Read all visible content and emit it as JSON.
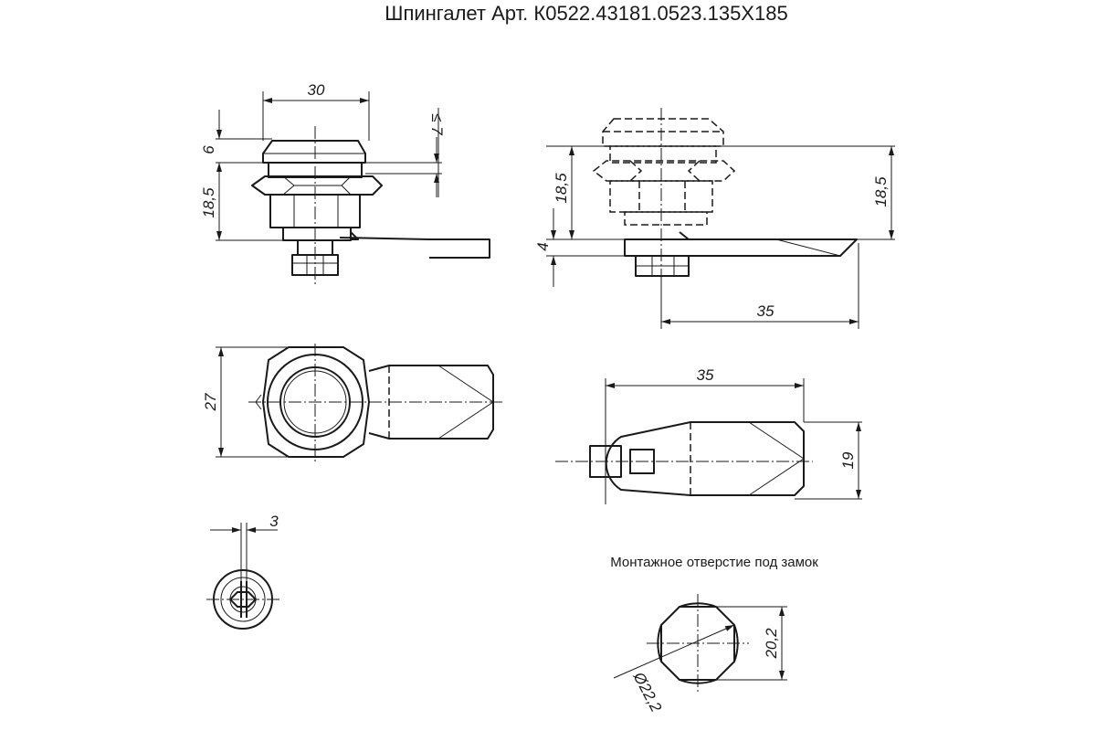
{
  "title": "Шпингалет Арт. К0522.43181.0523.135Х185",
  "caption": "Монтажное отверстие под замок",
  "dimensions": {
    "front_width": "30",
    "front_top_height": "6",
    "front_body_height": "18,5",
    "front_panel_max": "≤ 7",
    "side_body_height_left": "18,5",
    "side_body_height_right": "18,5",
    "side_cam_thickness": "4",
    "side_cam_length": "35",
    "top_width": "27",
    "cam_length": "35",
    "cam_width": "19",
    "key_slot_width": "3",
    "hole_flat": "20,2",
    "hole_diameter": "Ø22,2"
  }
}
